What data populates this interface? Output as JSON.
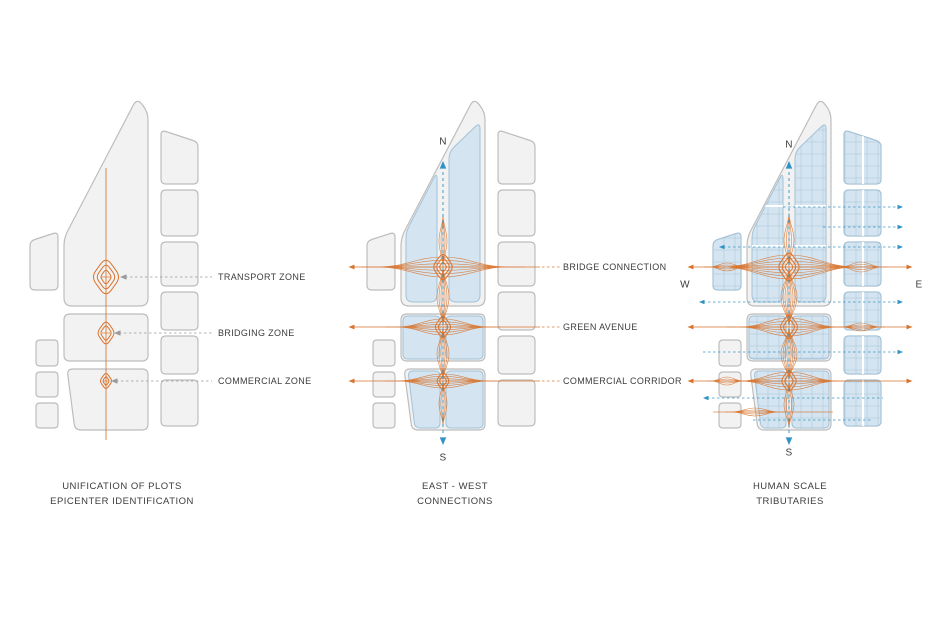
{
  "colors": {
    "background": "#ffffff",
    "plot_fill": "#f2f2f2",
    "plot_stroke": "#bdbdbd",
    "blue_fill": "#d4e4f0",
    "blue_stroke": "#a3c2d8",
    "blue_line": "#2f93c5",
    "orange": "#d8742f",
    "leader_gray": "#9b9b9b",
    "text": "#3c3c3c"
  },
  "panels": {
    "left": {
      "caption": [
        "UNIFICATION OF PLOTS",
        "EPICENTER IDENTIFICATION"
      ],
      "zone_labels": [
        "TRANSPORT ZONE",
        "BRIDGING ZONE",
        "COMMERCIAL ZONE"
      ]
    },
    "middle": {
      "caption": [
        "EAST - WEST",
        "CONNECTIONS"
      ],
      "connection_labels": [
        "BRIDGE CONNECTION",
        "GREEN AVENUE",
        "COMMERCIAL CORRIDOR"
      ],
      "compass": {
        "north": "N",
        "south": "S"
      }
    },
    "right": {
      "caption": [
        "HUMAN SCALE",
        "TRIBUTARIES"
      ],
      "compass": {
        "north": "N",
        "south": "S",
        "west": "W",
        "east": "E"
      }
    }
  }
}
